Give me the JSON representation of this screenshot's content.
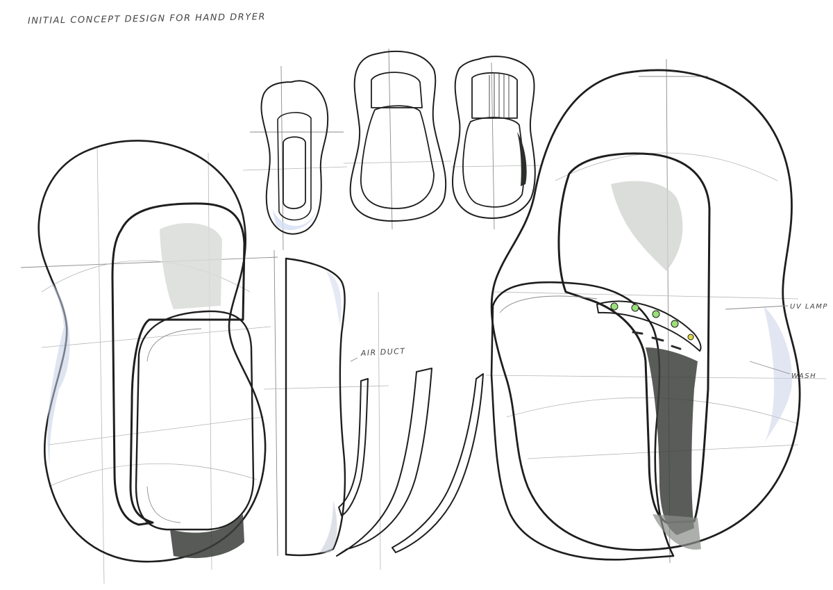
{
  "sheet": {
    "title": "INITIAL CONCEPT DESIGN FOR HAND DRYER"
  },
  "callouts": {
    "air_duct": "AIR DUCT",
    "uv_lamp": "UV LAMP",
    "wash": "WASH"
  },
  "colors": {
    "ink": "#1e1e1e",
    "shell_highlight": "#f4f6fb",
    "shell_shadow": "#c8d0e4",
    "cavity_dark": "#2d302c",
    "cavity_mid": "#8c8e8a",
    "duct_yellow": "#f2dc1d",
    "uv_green": "#2fae3a"
  }
}
